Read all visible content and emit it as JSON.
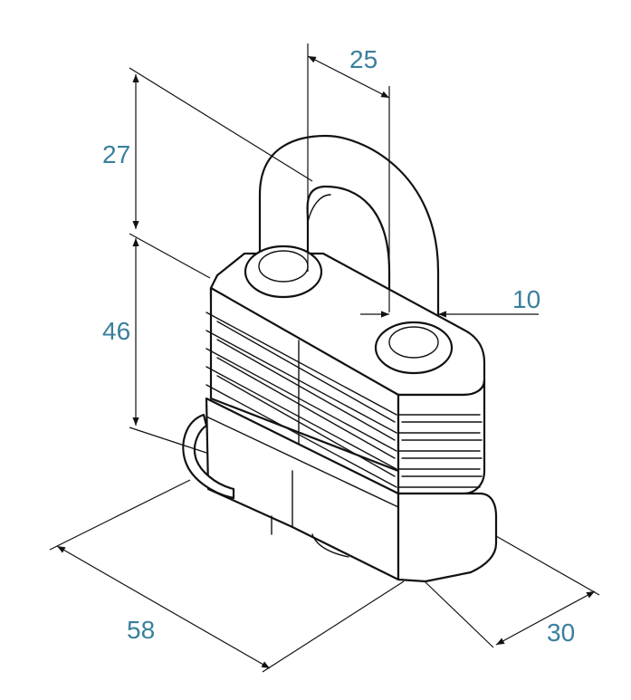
{
  "colors": {
    "line": "#111111",
    "dimension_text": "#3a7f9d",
    "background": "#ffffff"
  },
  "dimensions": {
    "shackle_height": "27",
    "body_height": "46",
    "shackle_inner_width": "25",
    "shackle_diameter": "10",
    "body_width": "58",
    "body_depth": "30"
  }
}
